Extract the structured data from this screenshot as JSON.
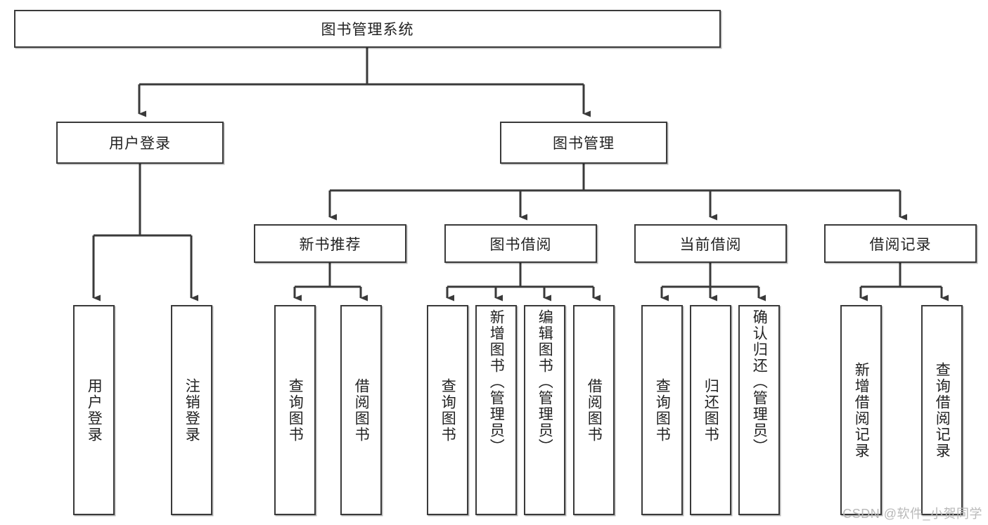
{
  "diagram": {
    "title_node": {
      "label": "图书管理系统"
    },
    "level2": [
      {
        "label": "用户登录"
      },
      {
        "label": "图书管理"
      }
    ],
    "level3": [
      {
        "label": "新书推荐"
      },
      {
        "label": "图书借阅"
      },
      {
        "label": "当前借阅"
      },
      {
        "label": "借阅记录"
      }
    ],
    "leaves": {
      "user_login": [
        {
          "label": "用户登录"
        },
        {
          "label": "注销登录"
        }
      ],
      "new_book_recommend": [
        {
          "label": "查询图书"
        },
        {
          "label": "借阅图书"
        }
      ],
      "book_borrow": [
        {
          "label": "查询图书"
        },
        {
          "label": "新增图书（管理员）"
        },
        {
          "label": "编辑图书（管理员）"
        },
        {
          "label": "借阅图书"
        }
      ],
      "current_borrow": [
        {
          "label": "查询图书"
        },
        {
          "label": "归还图书"
        },
        {
          "label": "确认归还（管理员）"
        }
      ],
      "borrow_record": [
        {
          "label": "新增借阅记录"
        },
        {
          "label": "查询借阅记录"
        }
      ]
    },
    "watermark": "CSDN @软件_小贺同学",
    "colors": {
      "stroke": "#3a3a3a",
      "text": "#222222",
      "background": "#ffffff",
      "watermark": "#b9b9b9"
    }
  }
}
